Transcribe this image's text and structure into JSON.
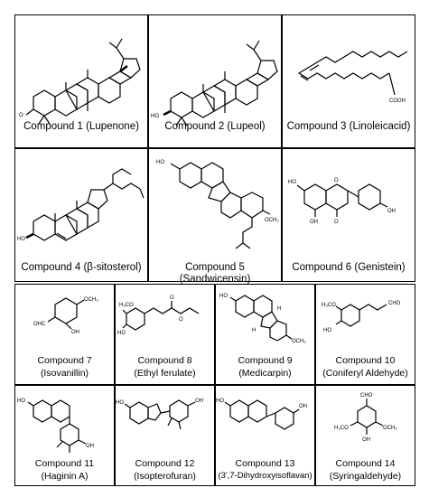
{
  "compounds": [
    {
      "caption": "Compound 1 (Lupenone)",
      "labels": {
        "oxo": "O"
      }
    },
    {
      "caption": "Compound 2 (Lupeol)",
      "labels": {
        "hydroxy": "HO"
      }
    },
    {
      "caption": "Compound 3 (Linoleicacid)",
      "labels": {
        "acid": "COOH"
      }
    },
    {
      "caption": "Compound 4 (β-sitosterol)",
      "labels": {
        "hydroxy": "HO"
      }
    },
    {
      "caption": "Compound 5 (Sandwicensin)",
      "labels": {
        "hydroxy": "HO",
        "methoxy": "OCH₃"
      }
    },
    {
      "caption": "Compound 6 (Genistein)",
      "labels": {
        "oh1": "HO",
        "oh2": "OH",
        "oxo": "O",
        "ring_o": "O",
        "oh3": "OH"
      }
    },
    {
      "caption_line1": "Compound 7",
      "caption_line2": "(Isovanillin)",
      "labels": {
        "methoxy": "OCH₃",
        "aldehyde": "OHC",
        "hydroxy": "OH"
      }
    },
    {
      "caption_line1": "Compound 8",
      "caption_line2": "(Ethyl ferulate)",
      "labels": {
        "methoxy": "H₃CO",
        "hydroxy": "HO",
        "carbonyl": "O",
        "ester_o": "O"
      }
    },
    {
      "caption_line1": "Compound 9",
      "caption_line2": "(Medicarpin)",
      "labels": {
        "hydroxy": "HO",
        "h1": "H",
        "h2": "H",
        "methoxy": "OCH₃"
      }
    },
    {
      "caption_line1": "Compound 10",
      "caption_line2": "(Coniferyl Aldehyde)",
      "labels": {
        "methoxy": "H₃CO",
        "hydroxy": "HO",
        "aldehyde": "CHO"
      }
    },
    {
      "caption_line1": "Compound 11",
      "caption_line2": "(Haginin A)",
      "labels": {
        "hydroxy": "HO",
        "hydroxy2": "OH"
      }
    },
    {
      "caption_line1": "Compound 12",
      "caption_line2": "(Isopterofuran)",
      "labels": {
        "hydroxy": "HO",
        "hydroxy2": "OH"
      }
    },
    {
      "caption_line1": "Compound 13",
      "caption_line2": "(3',7-Dihydroxyisoflavan)",
      "labels": {
        "hydroxy": "HO",
        "hydroxy2": "OH"
      }
    },
    {
      "caption_line1": "Compound 14",
      "caption_line2": "(Syringaldehyde)",
      "labels": {
        "aldehyde": "CHO",
        "methoxy1": "H₃CO",
        "methoxy2": "OCH₃",
        "hydroxy": "OH"
      }
    }
  ]
}
